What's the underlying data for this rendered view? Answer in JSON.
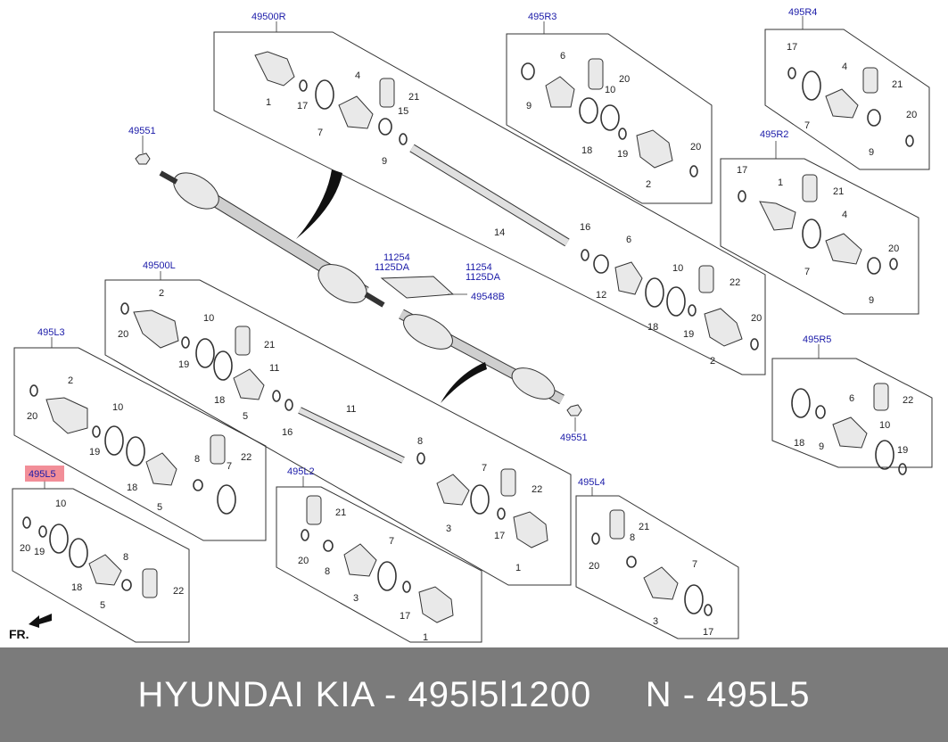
{
  "refs": {
    "r49500R": "49500R",
    "r495R3": "495R3",
    "r495R4": "495R4",
    "r49551a": "49551",
    "r495R2": "495R2",
    "r11254a": "11254",
    "r1125DAa": "1125DA",
    "r11254b": "11254",
    "r1125DAb": "1125DA",
    "r49548B": "49548B",
    "r49500L": "49500L",
    "r495L3": "495L3",
    "r495R5": "495R5",
    "r49551b": "49551",
    "r495L5": "495L5",
    "r495L2": "495L2",
    "r495L4": "495L4"
  },
  "numbers": {
    "n1": "1",
    "n2": "2",
    "n3": "3",
    "n4": "4",
    "n5": "5",
    "n6": "6",
    "n7": "7",
    "n8": "8",
    "n9": "9",
    "n10": "10",
    "n11": "11",
    "n12": "12",
    "n14": "14",
    "n15": "15",
    "n16": "16",
    "n17": "17",
    "n18": "18",
    "n19": "19",
    "n20": "20",
    "n21": "21",
    "n22": "22"
  },
  "fr_label": "FR.",
  "highlight_color": "#f07a86",
  "footer": {
    "text": "HYUNDAI KIA - 495l5l1200     N - 495L5"
  }
}
